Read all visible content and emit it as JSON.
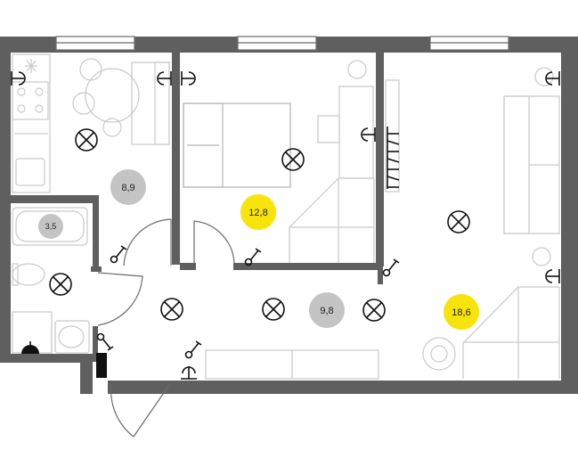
{
  "rooms": [
    {
      "id": "kitchen",
      "area": "8,9",
      "color": "#c4c4c4"
    },
    {
      "id": "bathroom",
      "area": "3,5",
      "color": "#c4c4c4"
    },
    {
      "id": "bedroom",
      "area": "12,8",
      "color": "#f7e40a"
    },
    {
      "id": "hallway",
      "area": "9,8",
      "color": "#c4c4c4"
    },
    {
      "id": "living-room",
      "area": "18,6",
      "color": "#f7e40a"
    }
  ],
  "icons": {
    "ceiling_light": "ceiling-light-icon",
    "recessed_light": "recessed-light-icon",
    "socket": "socket-icon",
    "switch": "switch-icon",
    "tv_outlet": "tv-outlet-icon"
  }
}
